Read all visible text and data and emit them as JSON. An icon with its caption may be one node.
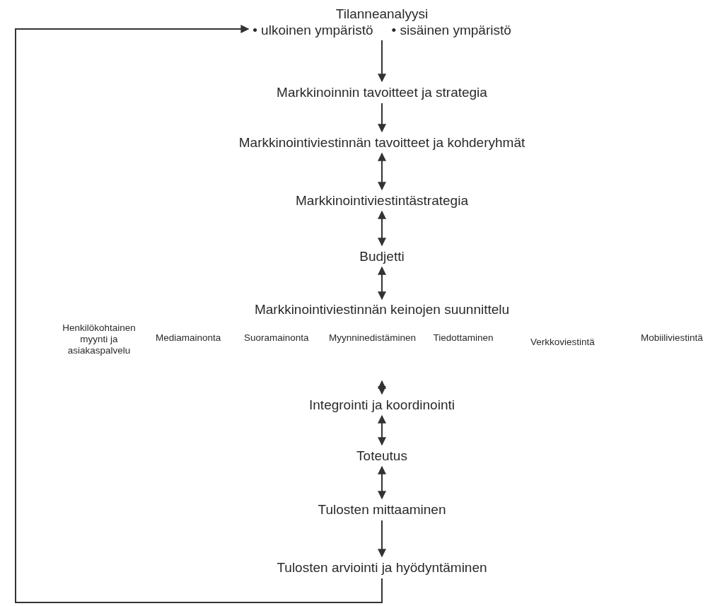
{
  "diagram": {
    "nodes": [
      {
        "text": [
          "Tilanneanalyysi",
          "• ulkoinen ympäristö",
          "• sisäinen ympäristö"
        ]
      },
      {
        "text": [
          "Markkinoinnin tavoitteet ja strategia"
        ]
      },
      {
        "text": [
          "Markkinointiviestinnän tavoitteet ja kohderyhmät"
        ]
      },
      {
        "text": [
          "Markkinointiviestintästrategia"
        ]
      },
      {
        "text": [
          "Budjetti"
        ]
      },
      {
        "text": [
          "Markkinointiviestinnän keinojen suunnittelu"
        ]
      },
      {
        "text": [
          "Henkilökohtainen myynti ja asiakaspalvelu"
        ],
        "in": 5
      },
      {
        "text": [
          "Mediamainonta"
        ],
        "in": 5
      },
      {
        "text": [
          "Suoramainonta"
        ],
        "in": 5
      },
      {
        "text": [
          "Myynninedistäminen"
        ],
        "in": 5
      },
      {
        "text": [
          "Tiedottaminen"
        ],
        "in": 5
      },
      {
        "text": [
          "Verkkoviestintä"
        ],
        "in": 5
      },
      {
        "text": [
          "Mobiiliviestintä"
        ],
        "in": 5
      },
      {
        "text": [
          "Integrointi ja koordinointi"
        ]
      },
      {
        "text": [
          "Toteutus"
        ]
      },
      {
        "text": [
          "Tulosten mittaaminen"
        ]
      },
      {
        "text": [
          "Tulosten arviointi ja hyödyntäminen"
        ]
      }
    ],
    "edges": [
      {
        "from": 0,
        "to": 1,
        "arrow": "to"
      },
      {
        "from": 1,
        "to": 2,
        "arrow": "to"
      },
      {
        "from": 2,
        "to": 3,
        "arrow": "both"
      },
      {
        "from": 3,
        "to": 4,
        "arrow": "both"
      },
      {
        "from": 4,
        "to": 5,
        "arrow": "both"
      },
      {
        "from": 5,
        "to": 13,
        "arrow": "both"
      },
      {
        "from": 13,
        "to": 14,
        "arrow": "both"
      },
      {
        "from": 14,
        "to": 15,
        "arrow": "both"
      },
      {
        "from": 15,
        "to": 16,
        "arrow": "to"
      },
      {
        "from": 16,
        "to": 0,
        "arrow": "to"
      }
    ]
  }
}
